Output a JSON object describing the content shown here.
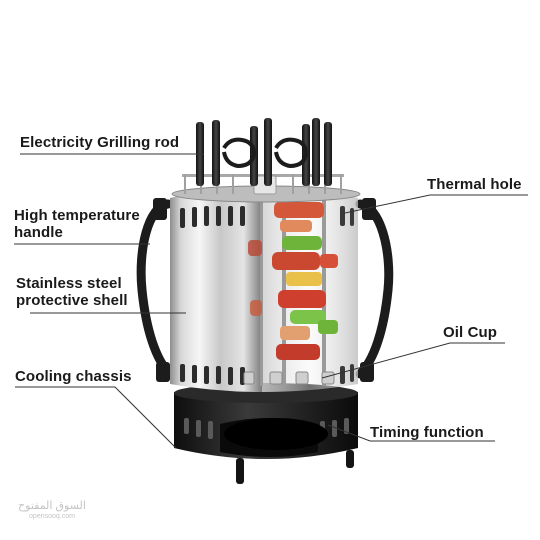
{
  "callouts": {
    "electricity_grilling_rod": "Electricity Grilling rod",
    "thermal_hole": "Thermal hole",
    "high_temperature_handle_line1": "High temperature",
    "high_temperature_handle_line2": "handle",
    "stainless_steel_shell_line1": "Stainless steel",
    "stainless_steel_shell_line2": "protective shell",
    "oil_cup": "Oil Cup",
    "cooling_chassis": "Cooling chassis",
    "timing_function": "Timing function"
  },
  "watermark": {
    "text": "السوق المفتوح",
    "subtext": "opensooq.com"
  },
  "colors": {
    "background": "#ffffff",
    "label_text": "#1a1a1a",
    "leader_line": "#333333",
    "steel": "#c9c9c9",
    "black_plastic": "#1c1c1c",
    "meat": "#c9482f",
    "pepper_green": "#6fb43a"
  }
}
